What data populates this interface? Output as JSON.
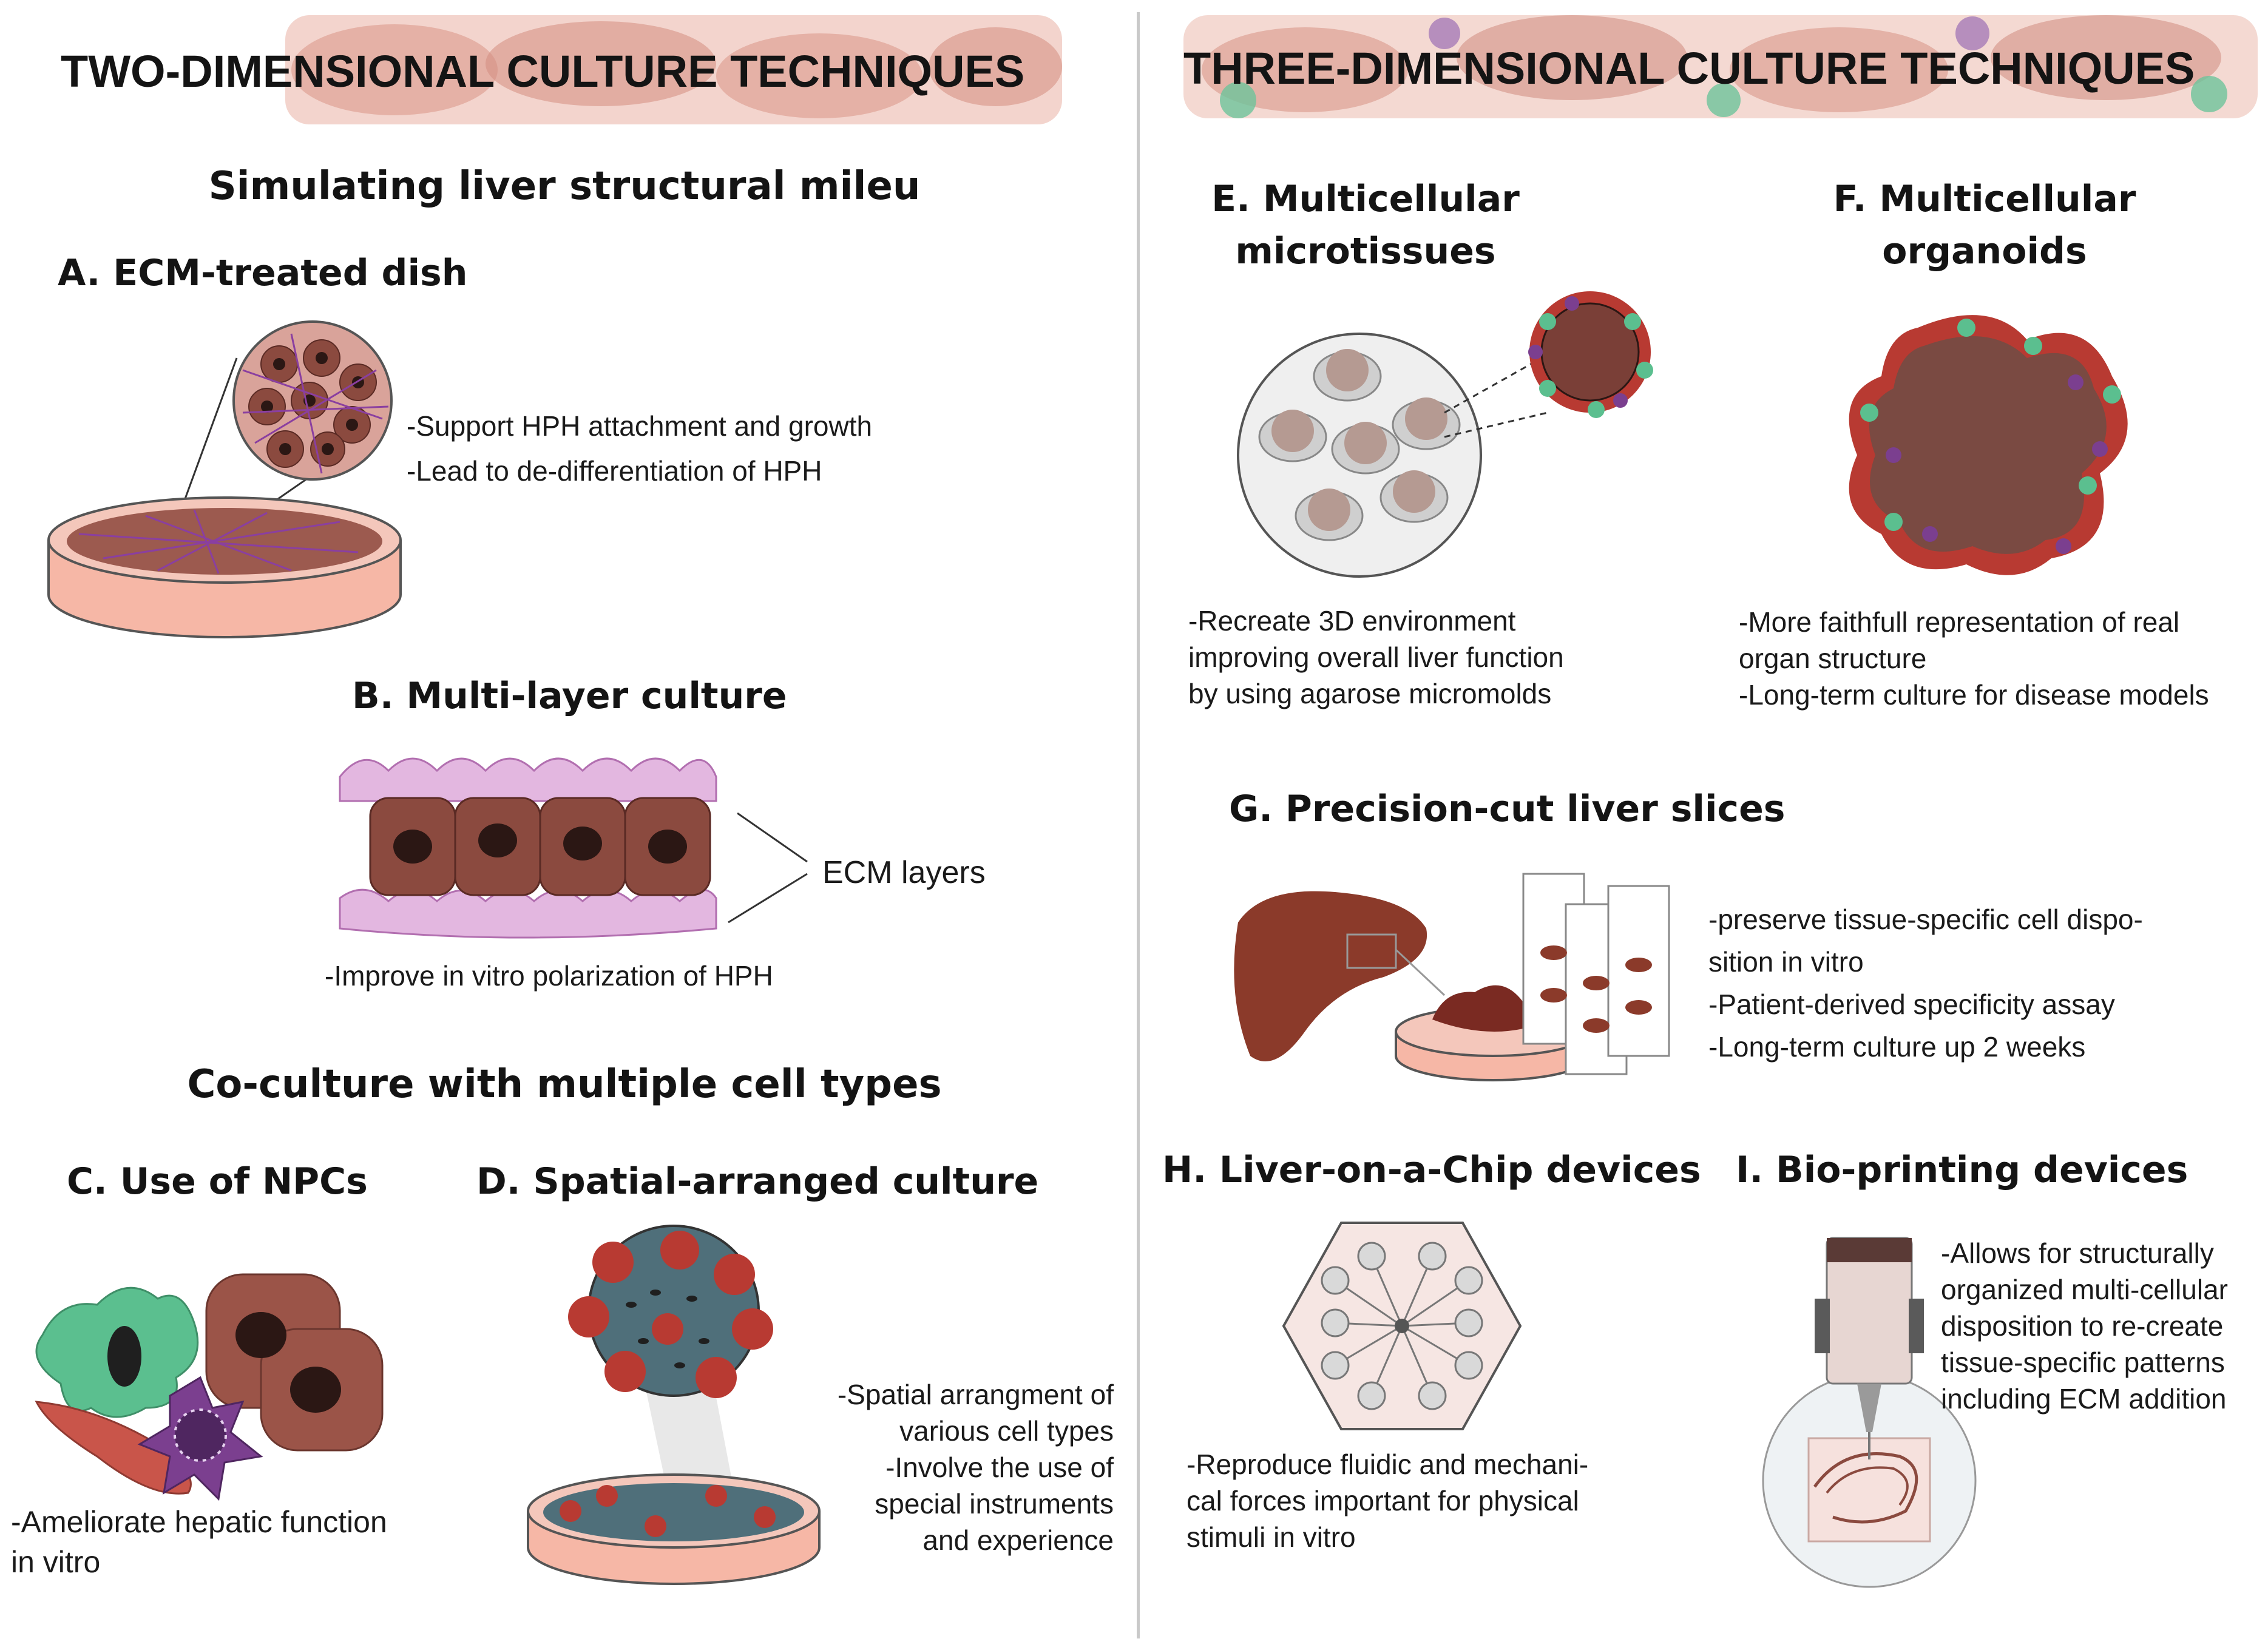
{
  "left": {
    "banner_title": "TWO-DIMENSIONAL CULTURE TECHNIQUES",
    "section1_title": "Simulating liver structural mileu",
    "section2_title": "Co-culture with multiple cell types",
    "panels": {
      "a": {
        "title": "A. ECM-treated dish",
        "desc": [
          "-Support HPH attachment and growth",
          "-Lead to de-differentiation of HPH"
        ]
      },
      "b": {
        "title": "B. Multi-layer culture",
        "label": "ECM layers",
        "desc": [
          "-Improve in vitro polarization of HPH"
        ]
      },
      "c": {
        "title": "C. Use of NPCs",
        "desc": [
          "-Ameliorate hepatic function",
          " in vitro"
        ]
      },
      "d": {
        "title": "D. Spatial-arranged culture",
        "desc": [
          "-Spatial arrangment of",
          "various cell types",
          "-Involve the use of",
          "special instruments",
          "and experience"
        ]
      }
    }
  },
  "right": {
    "banner_title": "THREE-DIMENSIONAL CULTURE TECHNIQUES",
    "panels": {
      "e": {
        "title": [
          "E. Multicellular",
          "microtissues"
        ],
        "desc": [
          "-Recreate 3D environment",
          " improving overall liver function",
          " by using agarose micromolds"
        ]
      },
      "f": {
        "title": [
          "F. Multicellular",
          "organoids"
        ],
        "desc": [
          "-More faithfull representation of real",
          " organ structure",
          "-Long-term culture for disease models"
        ]
      },
      "g": {
        "title": "G. Precision-cut liver slices",
        "desc": [
          "-preserve tissue-specific cell dispo-",
          " sition in vitro",
          "-Patient-derived specificity assay",
          "-Long-term culture up 2 weeks"
        ]
      },
      "h": {
        "title": "H. Liver-on-a-Chip devices",
        "desc": [
          "-Reproduce  fluidic and mechani-",
          " cal forces important for physical",
          " stimuli in vitro"
        ]
      },
      "i": {
        "title": "I. Bio-printing devices",
        "desc": [
          "-Allows for structurally",
          " organized multi-cellular",
          " disposition to re-create",
          " tissue-specific patterns",
          " including ECM addition"
        ]
      }
    }
  },
  "colors": {
    "hepatocyte": "#8b4a3f",
    "nucleus": "#2b1714",
    "ecm_fiber": "#8a3fa0",
    "dish_medium": "#f6b7a6",
    "npc_green": "#5bbf8f",
    "kupffer_purple": "#7b3f8f",
    "banner_tint": "#e8b2a6"
  },
  "icons": [
    "petri-dish-icon",
    "magnifier-circle-icon",
    "liver-icon",
    "chip-icon",
    "bioprinter-icon"
  ]
}
